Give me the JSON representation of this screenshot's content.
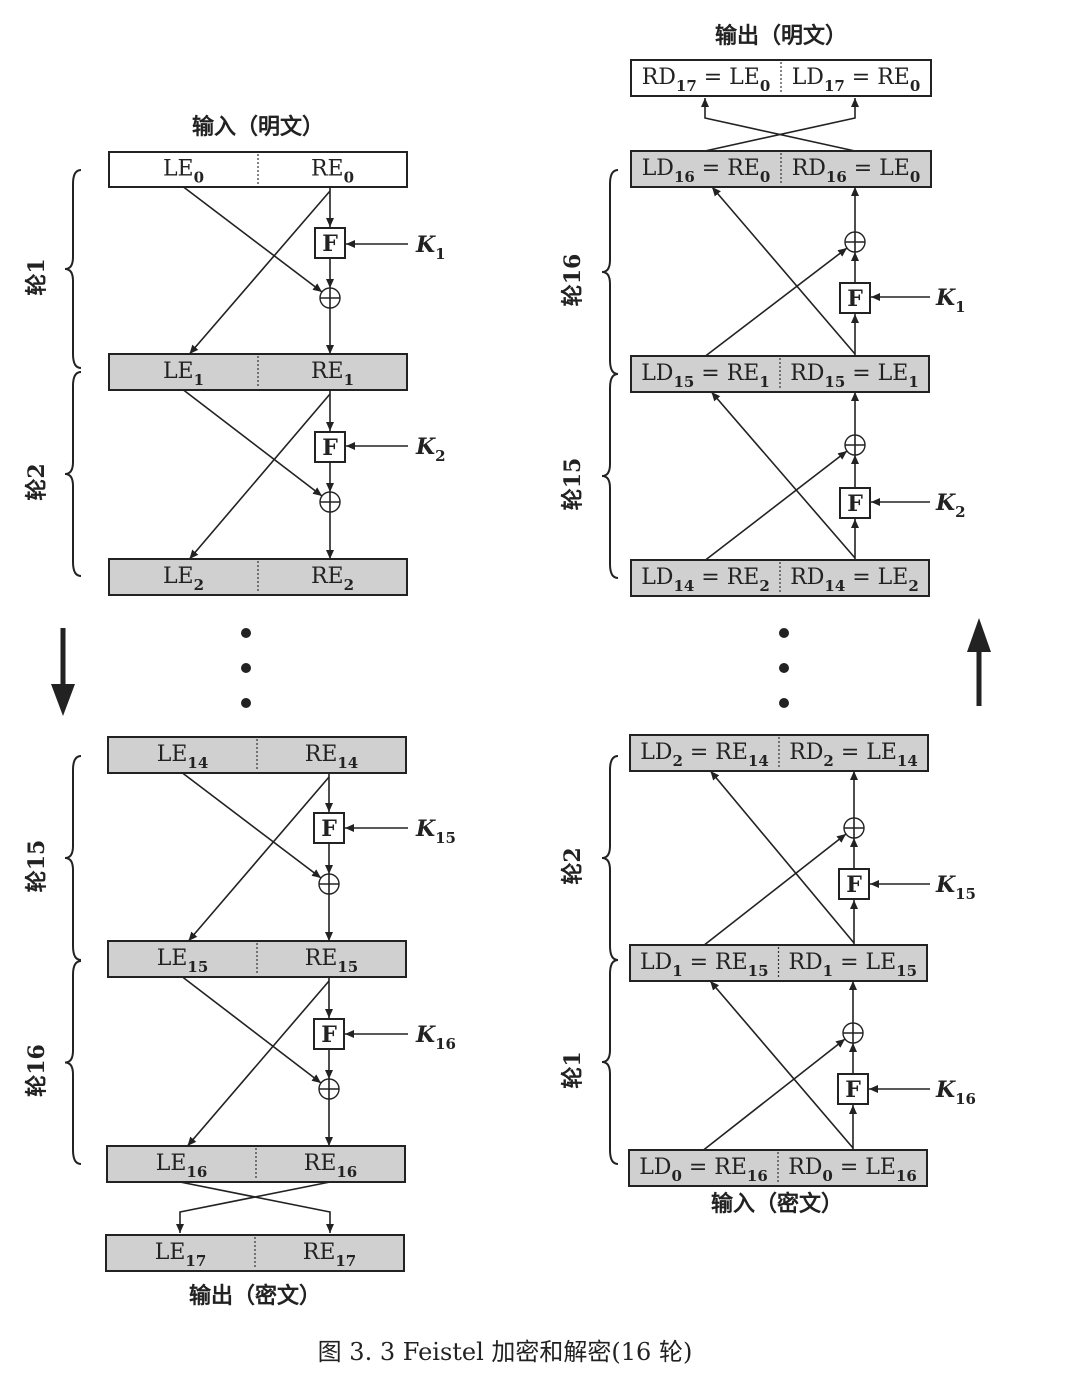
{
  "encryption": {
    "input_label": "输入（明文）",
    "output_label": "输出（密文）",
    "registers": [
      {
        "l": "LE",
        "ls": "0",
        "r": "RE",
        "rs": "0"
      },
      {
        "l": "LE",
        "ls": "1",
        "r": "RE",
        "rs": "1"
      },
      {
        "l": "LE",
        "ls": "2",
        "r": "RE",
        "rs": "2"
      },
      {
        "l": "LE",
        "ls": "14",
        "r": "RE",
        "rs": "14"
      },
      {
        "l": "LE",
        "ls": "15",
        "r": "RE",
        "rs": "15"
      },
      {
        "l": "LE",
        "ls": "16",
        "r": "RE",
        "rs": "16"
      },
      {
        "l": "LE",
        "ls": "17",
        "r": "RE",
        "rs": "17"
      }
    ],
    "rounds": [
      {
        "label": "轮1",
        "key": "K",
        "key_sub": "1"
      },
      {
        "label": "轮2",
        "key": "K",
        "key_sub": "2"
      },
      {
        "label": "轮15",
        "key": "K",
        "key_sub": "15"
      },
      {
        "label": "轮16",
        "key": "K",
        "key_sub": "16"
      }
    ]
  },
  "decryption": {
    "input_label": "输入（密文）",
    "output_label": "输出（明文）",
    "registers": [
      {
        "l": "RD",
        "ls": "17",
        "le": " = LE",
        "les": "0",
        "r": "LD",
        "rs": "17",
        "re": " = RE",
        "res": "0"
      },
      {
        "l": "LD",
        "ls": "16",
        "le": " = RE",
        "les": "0",
        "r": "RD",
        "rs": "16",
        "re": " = LE",
        "res": "0"
      },
      {
        "l": "LD",
        "ls": "15",
        "le": " = RE",
        "les": "1",
        "r": "RD",
        "rs": "15",
        "re": " = LE",
        "res": "1"
      },
      {
        "l": "LD",
        "ls": "14",
        "le": " = RE",
        "les": "2",
        "r": "RD",
        "rs": "14",
        "re": " = LE",
        "res": "2"
      },
      {
        "l": "LD",
        "ls": "2",
        "le": " = RE",
        "les": "14",
        "r": "RD",
        "rs": "2",
        "re": " = LE",
        "res": "14"
      },
      {
        "l": "LD",
        "ls": "1",
        "le": " = RE",
        "les": "15",
        "r": "RD",
        "rs": "1",
        "re": " = LE",
        "res": "15"
      },
      {
        "l": "LD",
        "ls": "0",
        "le": " = RE",
        "les": "16",
        "r": "RD",
        "rs": "0",
        "re": " = LE",
        "res": "16"
      }
    ],
    "rounds": [
      {
        "label": "轮16",
        "key": "K",
        "key_sub": "1"
      },
      {
        "label": "轮15",
        "key": "K",
        "key_sub": "2"
      },
      {
        "label": "轮2",
        "key": "K",
        "key_sub": "15"
      },
      {
        "label": "轮1",
        "key": "K",
        "key_sub": "16"
      }
    ]
  },
  "f_label": "F",
  "caption": "图 3. 3    Feistel 加密和解密(16 轮)"
}
